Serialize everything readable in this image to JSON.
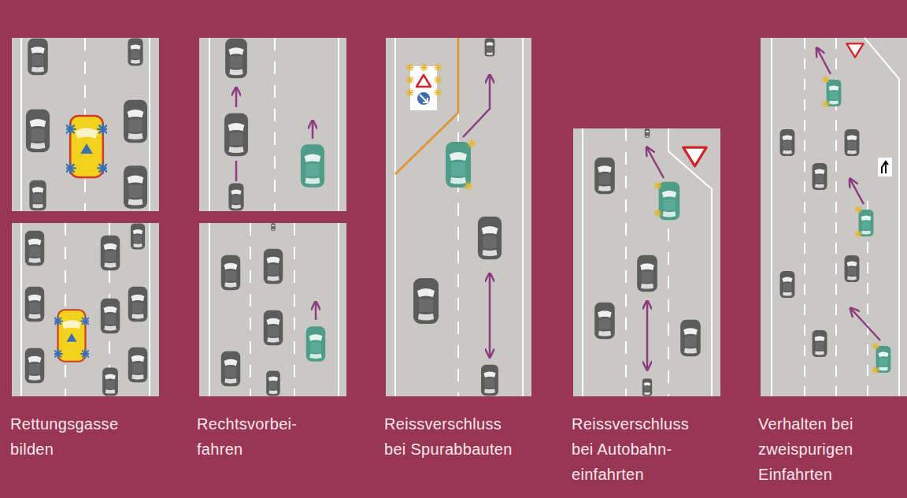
{
  "diagram": {
    "labels": [
      "Rettungsgasse bilden",
      "Rechtsvorbei- fahren",
      "Reissverschluss bei Spurabbauten",
      "Reissverschluss bei Autobahn- einfahrten",
      "Verhalten bei zweispurigen Einfahrten"
    ]
  }
}
